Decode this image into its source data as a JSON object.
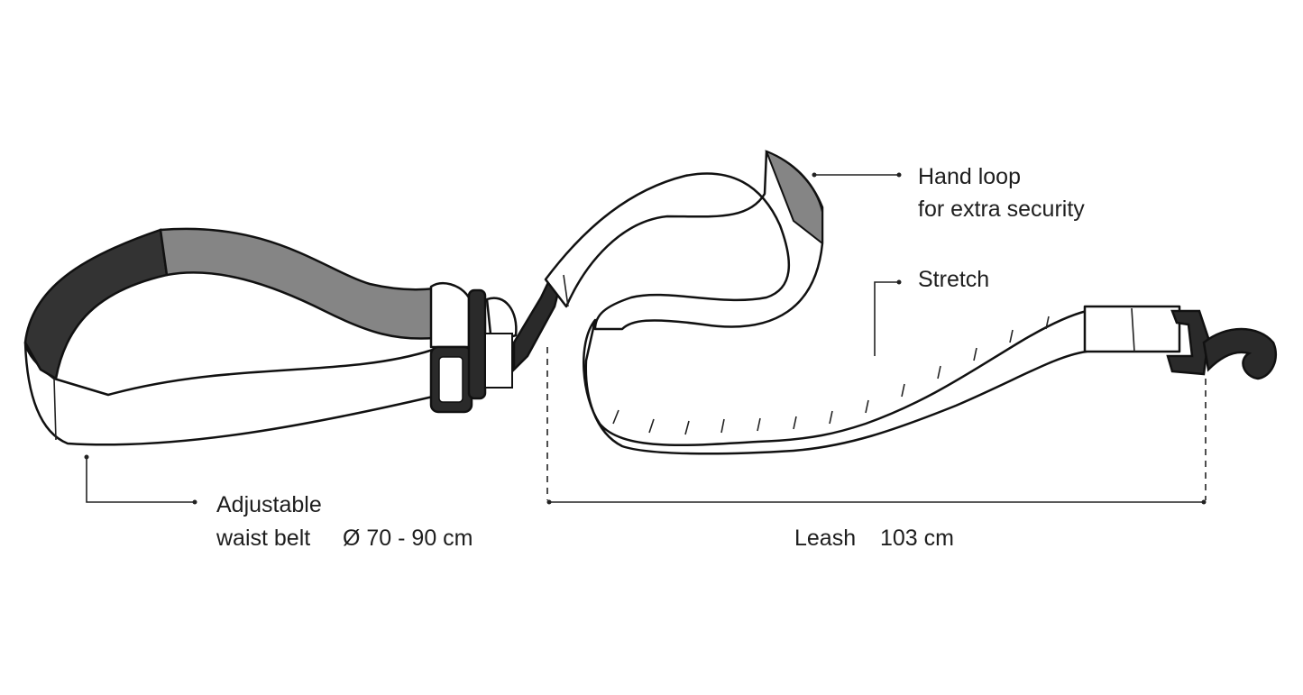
{
  "labels": {
    "hand_loop": {
      "line1": "Hand loop",
      "line2": "for extra security"
    },
    "stretch": "Stretch",
    "waist_belt": {
      "line1": "Adjustable",
      "line2": "waist belt",
      "size": "Ø 70 - 90 cm"
    },
    "leash": {
      "name": "Leash",
      "length": "103 cm"
    }
  },
  "colors": {
    "belt_dark": "#333333",
    "belt_gray": "#858585",
    "ink": "#111111"
  }
}
